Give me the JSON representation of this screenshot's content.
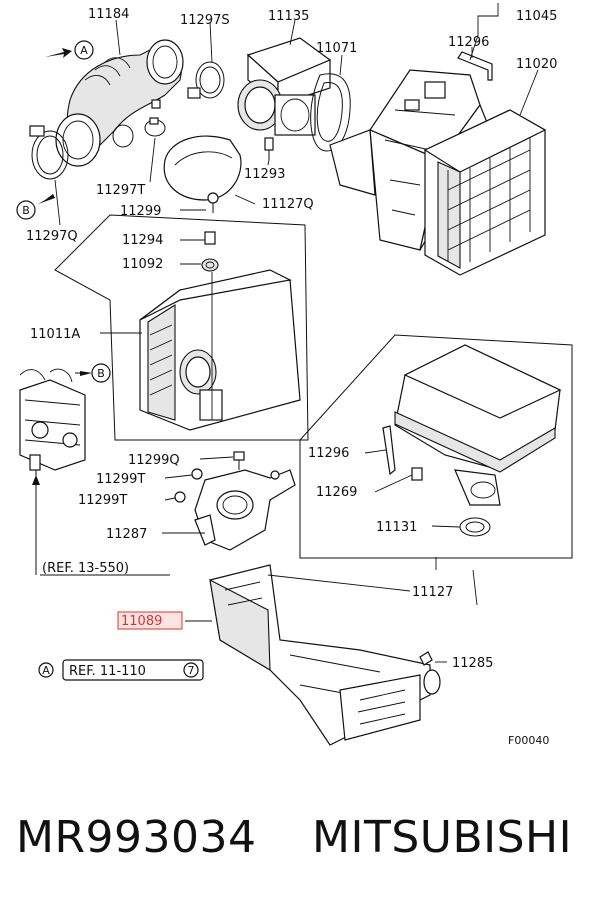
{
  "labels": {
    "p11184": "11184",
    "p11297s": "11297S",
    "p11135": "11135",
    "p11045": "11045",
    "p11296_top": "11296",
    "p11071": "11071",
    "p11020": "11020",
    "p11297t_top": "11297T",
    "p11293": "11293",
    "p11299_top": "11299",
    "p11127q": "11127Q",
    "p11297q": "11297Q",
    "p11294": "11294",
    "p11092": "11092",
    "p11011a": "11011A",
    "p11299q": "11299Q",
    "p11299t_a": "11299T",
    "p11299t_b": "11299T",
    "p11287": "11287",
    "p11296_right": "11296",
    "p11269": "11269",
    "p11131": "11131",
    "p11127": "11127",
    "p11089": "11089",
    "p11285": "11285",
    "ref_13_550": "(REF. 13-550)",
    "ref_11_110": "REF. 11-110",
    "ref_11_110_num": "7",
    "marker_a": "A",
    "marker_b": "B",
    "figure_code": "F00040"
  },
  "highlight_color": "#e0302a",
  "footer": {
    "part_number": "MR993034",
    "brand": "MITSUBISHI"
  }
}
